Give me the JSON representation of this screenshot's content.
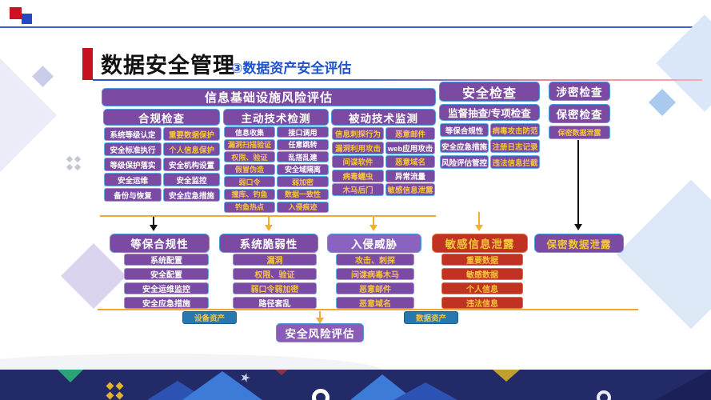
{
  "page": {
    "title": "数据安全管理",
    "subtitle": "③数据资产安全评估"
  },
  "infrastructure": {
    "title": "信息基础设施风险评估",
    "compliance": {
      "header": "合规检查",
      "left": [
        {
          "t": "系统等级认定",
          "c": "w"
        },
        {
          "t": "安全标准执行",
          "c": "w"
        },
        {
          "t": "等级保护落实",
          "c": "w"
        },
        {
          "t": "安全运维",
          "c": "w"
        },
        {
          "t": "备份与恢复",
          "c": "w"
        }
      ],
      "right": [
        {
          "t": "重要数据保护",
          "c": "y"
        },
        {
          "t": "个人信息保护",
          "c": "y"
        },
        {
          "t": "安全机构设置",
          "c": "w"
        },
        {
          "t": "安全监控",
          "c": "w"
        },
        {
          "t": "安全应急措施",
          "c": "w"
        }
      ]
    },
    "active": {
      "header": "主动技术检测",
      "left": [
        {
          "t": "信息收集",
          "c": "w"
        },
        {
          "t": "漏洞扫描验证",
          "c": "y"
        },
        {
          "t": "权限、验证",
          "c": "y"
        },
        {
          "t": "假冒伪造",
          "c": "y"
        },
        {
          "t": "弱口令",
          "c": "y"
        },
        {
          "t": "撞库、钓鱼",
          "c": "y"
        },
        {
          "t": "钓鱼热点",
          "c": "y"
        }
      ],
      "right": [
        {
          "t": "接口调用",
          "c": "w"
        },
        {
          "t": "任意跳转",
          "c": "w"
        },
        {
          "t": "乱搭乱建",
          "c": "w"
        },
        {
          "t": "安全域隔离",
          "c": "w"
        },
        {
          "t": "弱加密",
          "c": "y"
        },
        {
          "t": "数据一致性",
          "c": "y"
        },
        {
          "t": "入侵痕迹",
          "c": "y"
        }
      ]
    },
    "passive": {
      "header": "被动技术监测",
      "left": [
        {
          "t": "信息刺探行为",
          "c": "y"
        },
        {
          "t": "漏洞利用攻击",
          "c": "y"
        },
        {
          "t": "间谍软件",
          "c": "y"
        },
        {
          "t": "病毒蠕虫",
          "c": "y"
        },
        {
          "t": "木马后门",
          "c": "y"
        }
      ],
      "right": [
        {
          "t": "恶意邮件",
          "c": "y"
        },
        {
          "t": "web应用攻击",
          "c": "w"
        },
        {
          "t": "恶意域名",
          "c": "y"
        },
        {
          "t": "异常流量",
          "c": "w"
        },
        {
          "t": "敏感信息泄露",
          "c": "y"
        }
      ]
    }
  },
  "security_check": {
    "title": "安全检查",
    "subtitle": "监督抽查/专项检查",
    "left": [
      {
        "t": "等保合规性",
        "c": "w"
      },
      {
        "t": "安全应急措施",
        "c": "w"
      },
      {
        "t": "风险评估管控",
        "c": "w"
      }
    ],
    "right": [
      {
        "t": "病毒攻击防范",
        "c": "y"
      },
      {
        "t": "注册日志记录",
        "c": "y"
      },
      {
        "t": "违法信息拦截",
        "c": "y"
      }
    ]
  },
  "secrecy": {
    "check1": "涉密检查",
    "check2": "保密检查",
    "leak": "保密数据泄露"
  },
  "results": {
    "dengbao": {
      "header": "等保合规性",
      "items": [
        {
          "t": "系统配置",
          "c": "w"
        },
        {
          "t": "安全配置",
          "c": "w"
        },
        {
          "t": "安全运维监控",
          "c": "w"
        },
        {
          "t": "安全应急措施",
          "c": "w"
        }
      ]
    },
    "vulnerability": {
      "header": "系统脆弱性",
      "items": [
        {
          "t": "漏洞",
          "c": "y"
        },
        {
          "t": "权限、验证",
          "c": "y"
        },
        {
          "t": "弱口令弱加密",
          "c": "y"
        },
        {
          "t": "路径套乱",
          "c": "w"
        }
      ]
    },
    "intrusion": {
      "header": "入侵威胁",
      "items": [
        {
          "t": "攻击、刺探",
          "c": "y"
        },
        {
          "t": "间谍病毒木马",
          "c": "y"
        },
        {
          "t": "恶意邮件",
          "c": "y"
        },
        {
          "t": "恶意域名",
          "c": "y"
        }
      ]
    },
    "sensitive_leak": {
      "header": "敏感信息泄露",
      "items": [
        {
          "t": "重要数据",
          "c": "y"
        },
        {
          "t": "敏感数据",
          "c": "y"
        },
        {
          "t": "个人信息",
          "c": "y"
        },
        {
          "t": "违法信息",
          "c": "y"
        }
      ]
    },
    "secret_leak": {
      "header": "保密数据泄露"
    }
  },
  "assets": {
    "device": "设备资产",
    "data": "数据资产",
    "result": "安全风险评估"
  },
  "colors": {
    "purple": "#7b4aa2",
    "purple_light": "#8a62c0",
    "red": "#c03322",
    "yellow_text": "#f6c63c",
    "border_blue": "#4f9bdc",
    "orange_line": "#f0a832",
    "navy_band": "#232a68",
    "title_blue": "#1d53d0",
    "accent_red": "#c41220",
    "asset_blue": "#2878b0"
  }
}
